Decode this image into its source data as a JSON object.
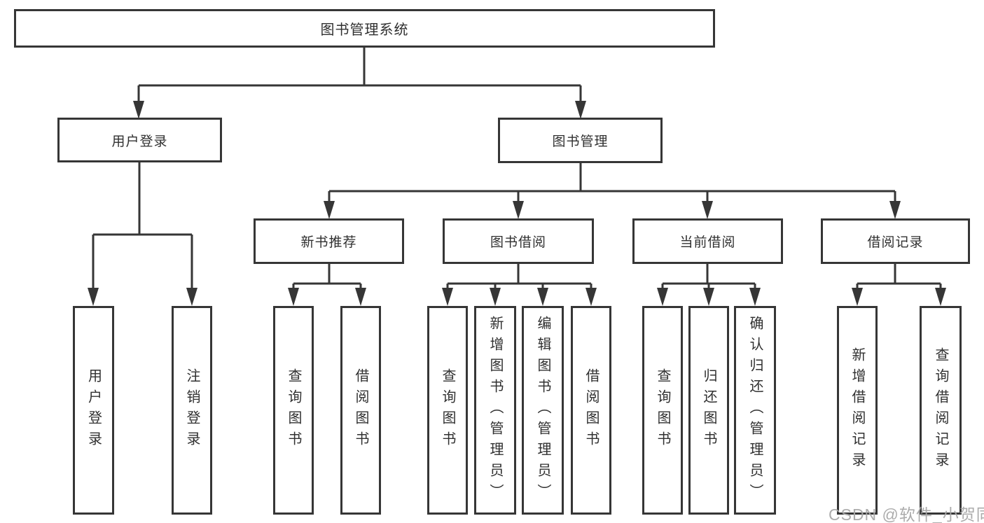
{
  "diagram_title": "图书管理系统",
  "tree": {
    "label": "图书管理系统",
    "children": [
      {
        "label": "用户登录",
        "children": [
          {
            "label": "用户登录"
          },
          {
            "label": "注销登录"
          }
        ]
      },
      {
        "label": "图书管理",
        "children": [
          {
            "label": "新书推荐",
            "children": [
              {
                "label": "查询图书"
              },
              {
                "label": "借阅图书"
              }
            ]
          },
          {
            "label": "图书借阅",
            "children": [
              {
                "label": "查询图书"
              },
              {
                "label": "新增图书（管理员）"
              },
              {
                "label": "编辑图书（管理员）"
              },
              {
                "label": "借阅图书"
              }
            ]
          },
          {
            "label": "当前借阅",
            "children": [
              {
                "label": "查询图书"
              },
              {
                "label": "归还图书"
              },
              {
                "label": "确认归还（管理员）"
              }
            ]
          },
          {
            "label": "借阅记录",
            "children": [
              {
                "label": "新增借阅记录"
              },
              {
                "label": "查询借阅记录"
              }
            ]
          }
        ]
      }
    ]
  },
  "watermark": "CSDN @软件_小贺同学",
  "colors": {
    "line": "#363636",
    "text": "#303030",
    "box_background": "#ffffff",
    "watermark": "#a8a8a8",
    "page_background": "#ffffff"
  }
}
